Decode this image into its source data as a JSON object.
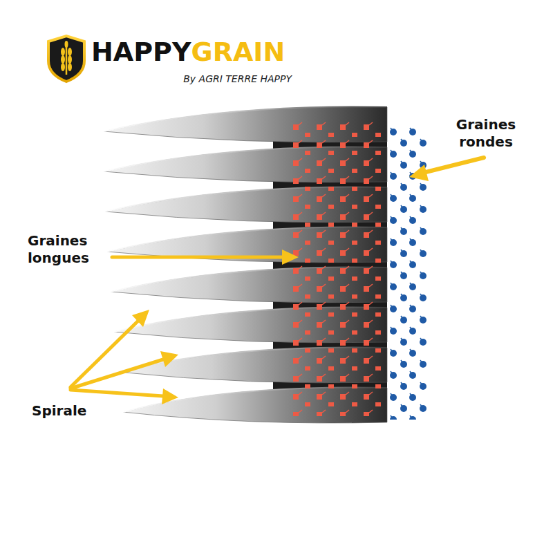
{
  "diagram": {
    "labels": [
      "HAPPY",
      "GRAIN",
      "By AGRI TERRE HAPPY",
      "Graines rondes",
      "Graines longues",
      "Spirale"
    ]
  }
}
